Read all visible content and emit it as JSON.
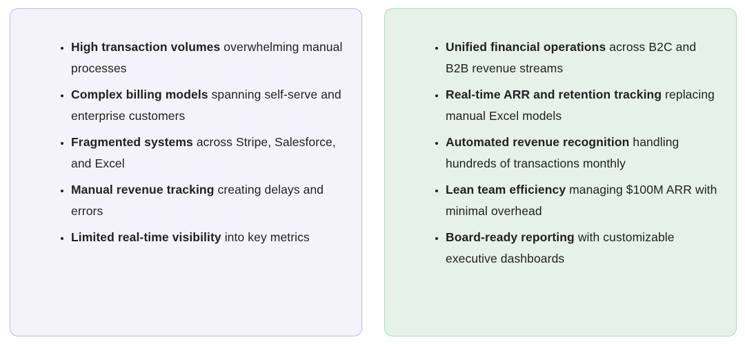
{
  "text_color": "#212121",
  "cards": [
    {
      "id": "challenges",
      "background": "#f4f3fc",
      "border_color": "#bcb7e6",
      "bullet_items": [
        {
          "bold": "High transaction volumes",
          "text": "overwhelming manual processes"
        },
        {
          "bold": "Complex billing models",
          "text": "spanning self-serve and enterprise customers"
        },
        {
          "bold": "Fragmented systems",
          "text": "across Stripe, Salesforce, and Excel"
        },
        {
          "bold": "Manual revenue tracking",
          "text": "creating delays and errors"
        },
        {
          "bold": "Limited real-time visibility",
          "text": "into key metrics"
        }
      ]
    },
    {
      "id": "outcomes",
      "background": "#e6f2e8",
      "border_color": "#aed7b8",
      "bullet_items": [
        {
          "bold": "Unified financial operations",
          "text": "across B2C and B2B revenue streams"
        },
        {
          "bold": "Real-time ARR and retention tracking",
          "text": "replacing manual Excel models"
        },
        {
          "bold": "Automated revenue recognition",
          "text": "handling hundreds of transactions monthly"
        },
        {
          "bold": "Lean team efficiency",
          "text": "managing $100M ARR with minimal overhead"
        },
        {
          "bold": "Board-ready reporting",
          "text": "with customizable executive dashboards"
        }
      ]
    }
  ]
}
